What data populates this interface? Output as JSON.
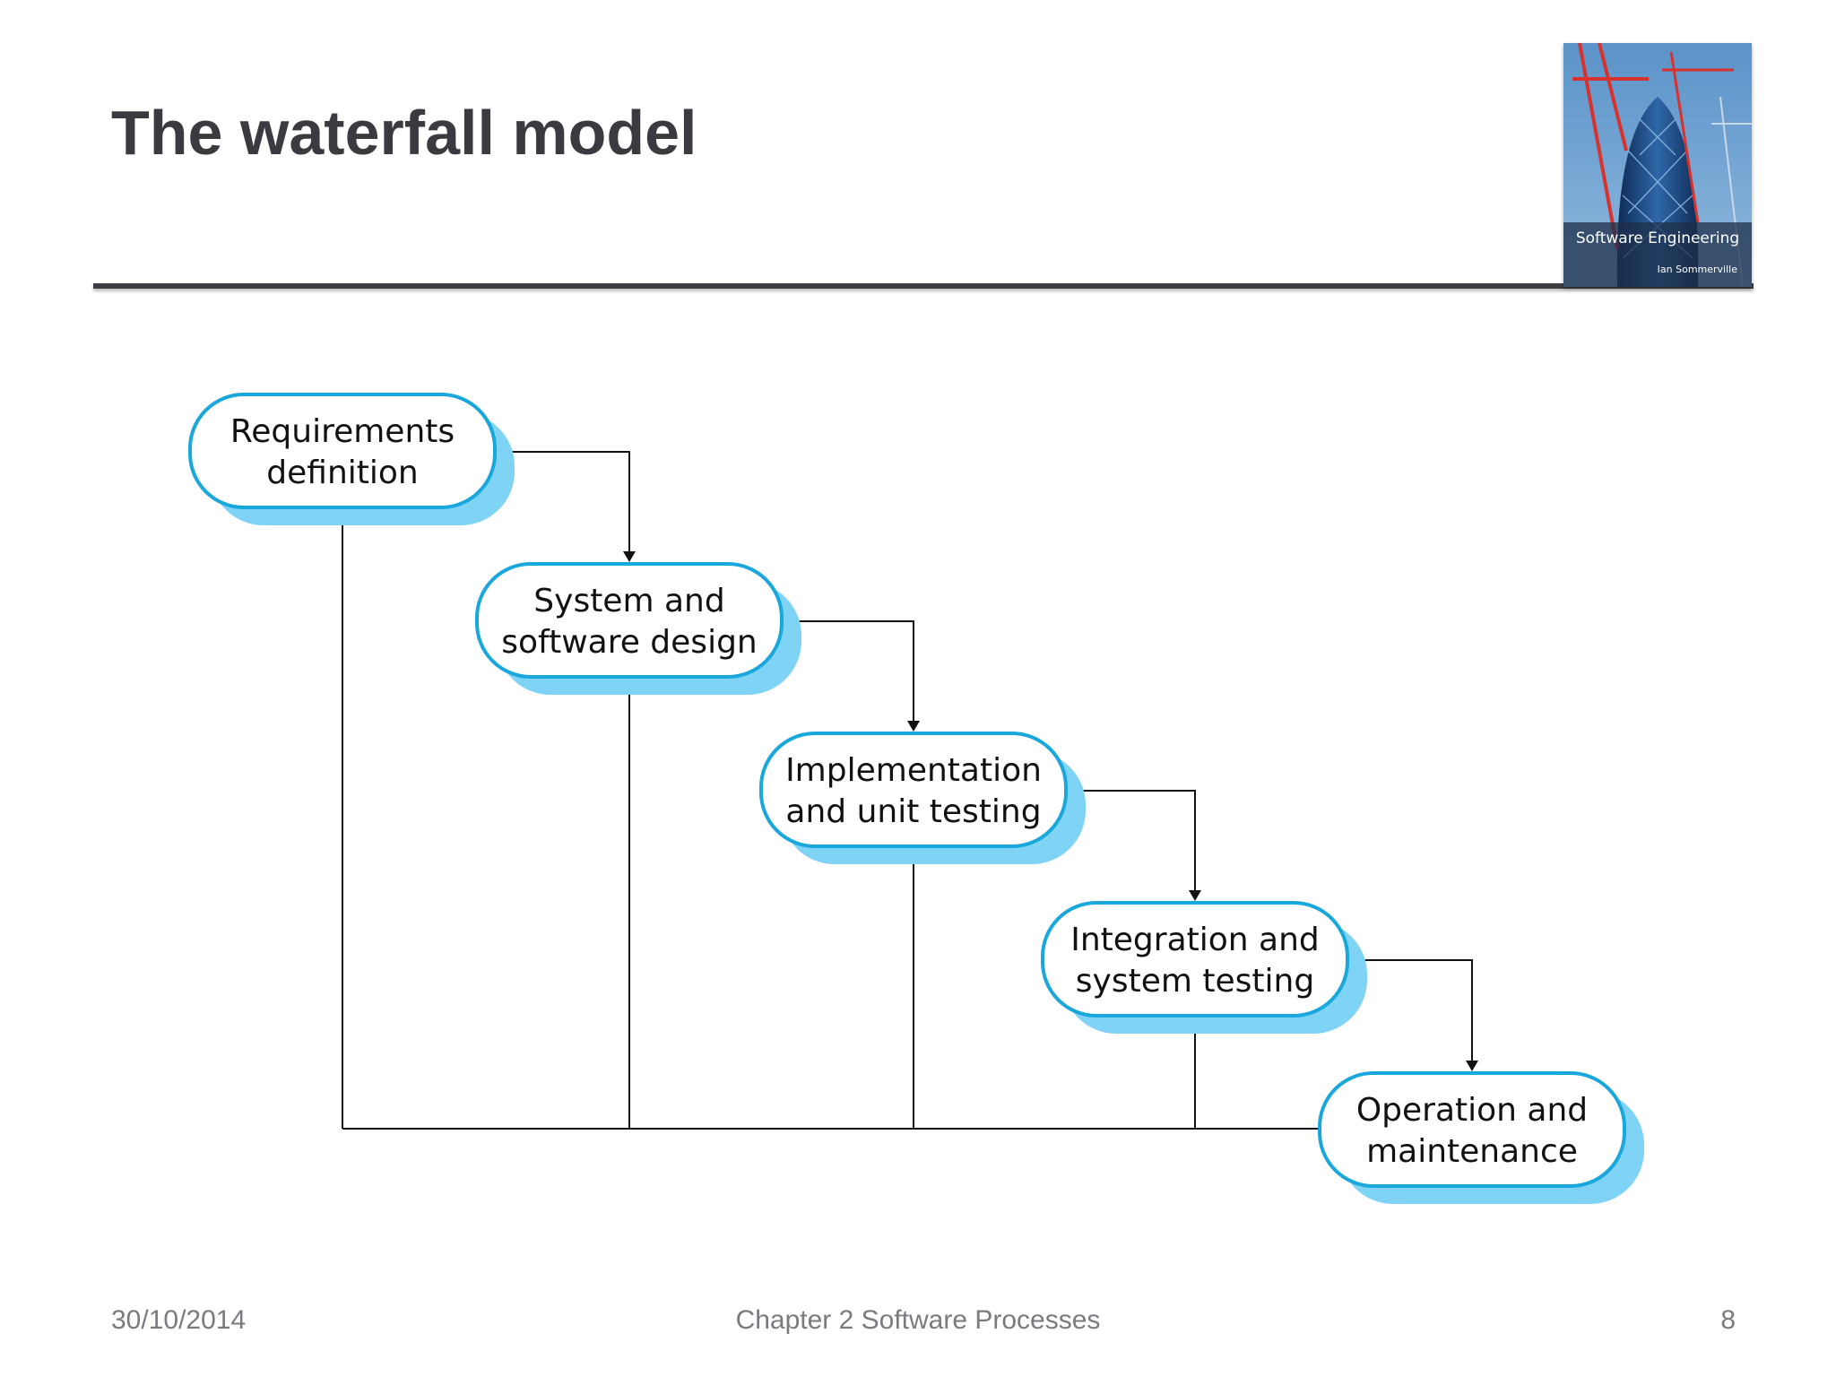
{
  "slide": {
    "title": "The waterfall model"
  },
  "book_cover": {
    "title": "Software Engineering",
    "author": "Ian Sommerville"
  },
  "diagram": {
    "stages": [
      {
        "id": "requirements",
        "lines": [
          "Requirements",
          "definition"
        ]
      },
      {
        "id": "design",
        "lines": [
          "System and",
          "software design"
        ]
      },
      {
        "id": "implementation",
        "lines": [
          "Implementation",
          "and unit testing"
        ]
      },
      {
        "id": "integration",
        "lines": [
          "Integration and",
          "system testing"
        ]
      },
      {
        "id": "operation",
        "lines": [
          "Operation and",
          "maintenance"
        ]
      }
    ],
    "colors": {
      "box_border": "#1aa7dc",
      "box_shadow": "#7fd3f5",
      "arrow": "#111111"
    }
  },
  "footer": {
    "date": "30/10/2014",
    "chapter": "Chapter 2 Software Processes",
    "page": "8"
  }
}
